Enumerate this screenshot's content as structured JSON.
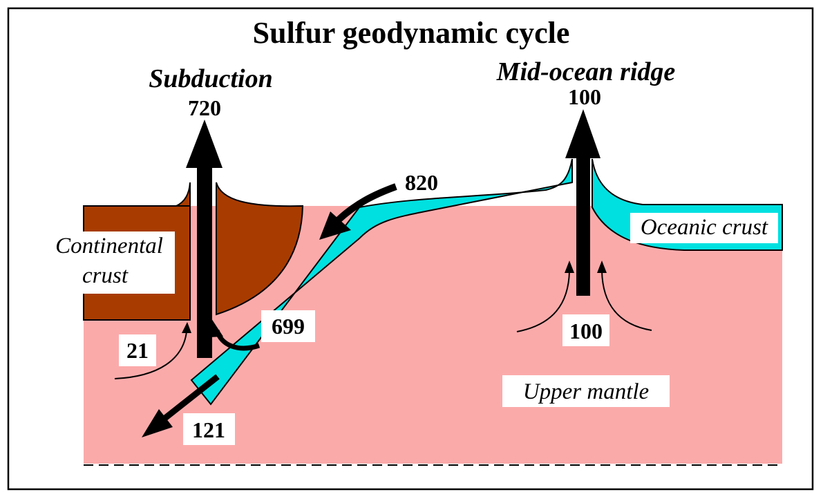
{
  "title": "Sulfur geodynamic cycle",
  "headings": {
    "subduction": "Subduction",
    "ridge": "Mid-ocean ridge"
  },
  "labels": {
    "continental_line1": "Continental",
    "continental_line2": "crust",
    "oceanic": "Oceanic crust",
    "mantle": "Upper mantle"
  },
  "fluxes": {
    "arc_output": "720",
    "ridge_output": "100",
    "slab_input": "820",
    "slab_release": "699",
    "mantle_to_arc": "21",
    "deep_recycling": "121",
    "mantle_to_ridge": "100"
  },
  "colors": {
    "mantle": "#fbaaaa",
    "continental_crust": "#a83c00",
    "oceanic_crust": "#00e0e0",
    "arrow": "#000000",
    "frame": "#000000",
    "label_box": "#ffffff"
  }
}
